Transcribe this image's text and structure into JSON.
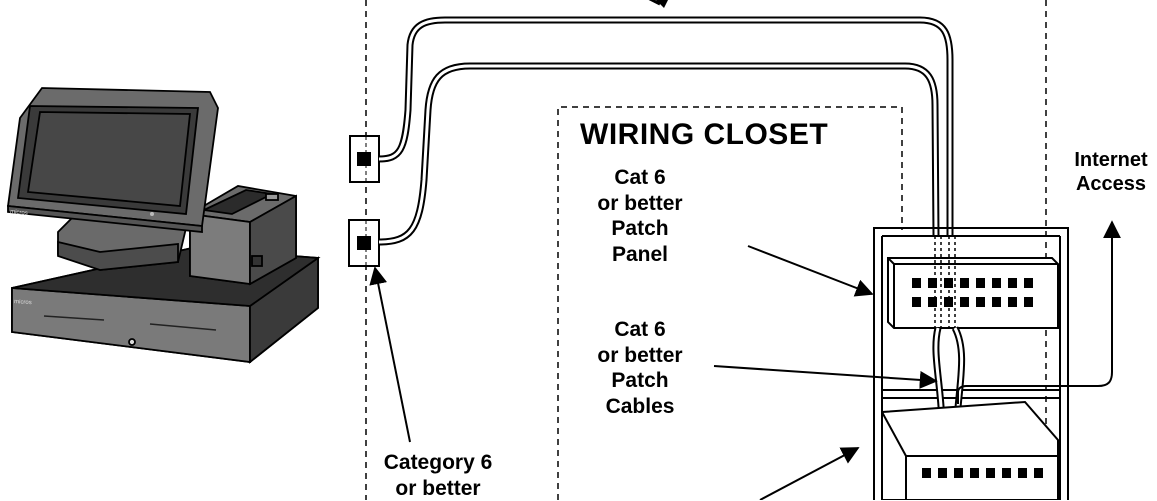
{
  "closet": {
    "title": "WIRING CLOSET"
  },
  "labels": {
    "patch_panel": [
      "Cat 6",
      "or better",
      "Patch",
      "Panel"
    ],
    "patch_cables": [
      "Cat 6",
      "or better",
      "Patch",
      "Cables"
    ],
    "internet": [
      "Internet",
      "Access"
    ],
    "horizontal_cable": [
      "Category 6",
      "or better"
    ]
  },
  "pos": {
    "monitor_brand": "micros",
    "drawer_brand": "micros"
  },
  "colors": {
    "line": "#000000",
    "device_body": "#6b6b6b",
    "device_dark": "#3a3a3a"
  }
}
